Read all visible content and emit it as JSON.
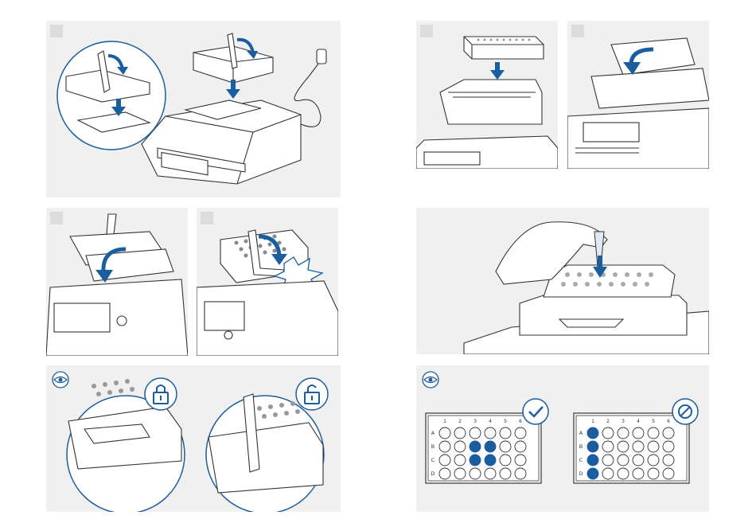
{
  "figure": {
    "accent_color": "#1a5ea0",
    "panel_color": "#f0f0f0",
    "ink_color": "#333333"
  },
  "panels": {
    "p1": {
      "icons": [
        "zoom-circle-icon",
        "curved-arrow-icon",
        "down-arrow-icon",
        "power-plug-icon"
      ]
    },
    "p2": {
      "icons": [
        "down-arrow-icon"
      ]
    },
    "p3": {
      "icons": [
        "curved-arrow-icon"
      ]
    },
    "p4": {
      "icons": [
        "curved-arrow-icon"
      ]
    },
    "p5": {
      "icons": [
        "curved-arrow-icon",
        "bang-burst-icon"
      ]
    },
    "p6": {
      "icons": [
        "down-arrow-icon",
        "pipette-icon"
      ]
    },
    "p7": {
      "icons": [
        "eye-icon",
        "lock-closed-icon",
        "lock-open-icon"
      ]
    },
    "p8": {
      "icons": [
        "eye-icon",
        "check-icon",
        "prohibited-icon"
      ],
      "plate_columns": [
        "1",
        "2",
        "3",
        "4",
        "5",
        "6"
      ],
      "plate_rows": [
        "A",
        "B",
        "C",
        "D"
      ]
    }
  }
}
